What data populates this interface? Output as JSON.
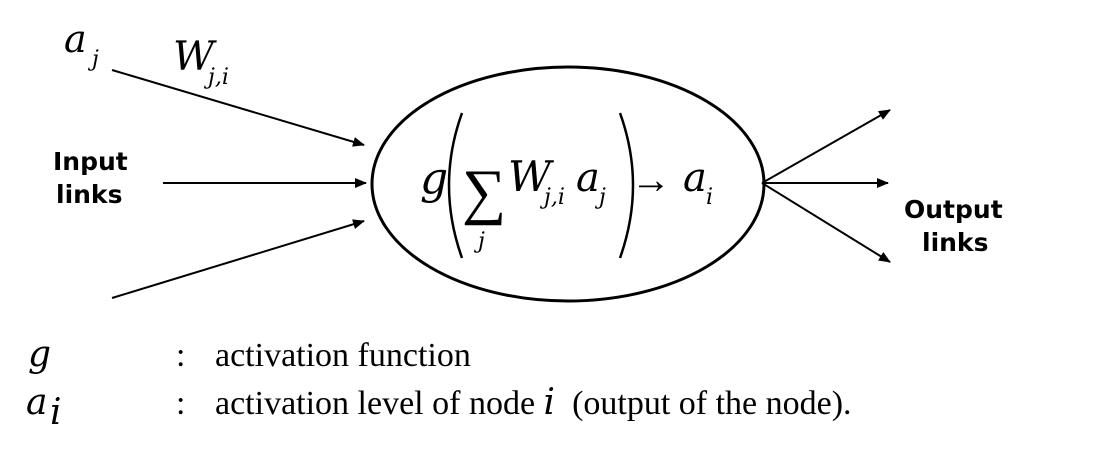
{
  "input": {
    "activation_symbol": "a",
    "activation_subscript": "j",
    "weight_symbol": "W",
    "weight_subscript": "j,i",
    "links_label_line1": "Input",
    "links_label_line2": "links"
  },
  "node": {
    "function_symbol": "g",
    "sum_symbol": "∑",
    "sum_index": "j",
    "weight_symbol": "W",
    "weight_subscript": "j,i",
    "activation_symbol": "a",
    "activation_subscript": "j",
    "arrow": "→",
    "output_symbol": "a",
    "output_subscript": "i"
  },
  "output": {
    "links_label_line1": "Output",
    "links_label_line2": "links"
  },
  "legend": {
    "rows": [
      {
        "symbol": "g",
        "subscript": "",
        "separator": ":",
        "text_before": "activation function",
        "italic": "",
        "text_after": ""
      },
      {
        "symbol": "a",
        "subscript": "i",
        "separator": ":",
        "text_before": "activation level of node ",
        "italic": "i",
        "text_after": "  (output of the node)."
      }
    ]
  }
}
